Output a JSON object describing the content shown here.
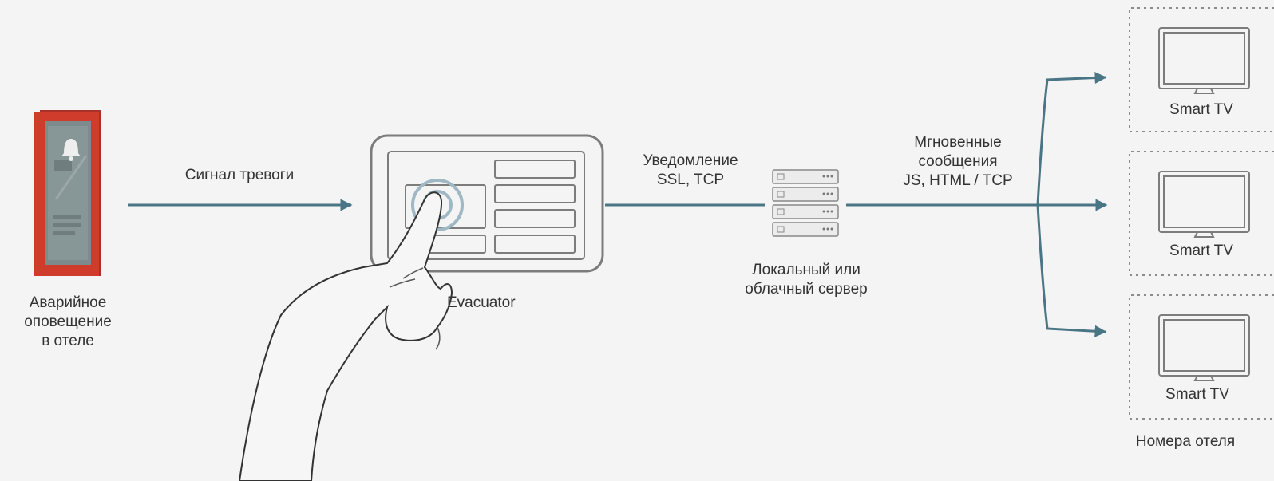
{
  "colors": {
    "arrow": "#4a7585",
    "background": "#f4f4f4",
    "device_outline": "#7c7c7c",
    "panel_frame": "#cf3c2c",
    "panel_body": "#7d8b8c",
    "box_dotted": "#8c8c8c",
    "touch_ring": "#9fb8c4"
  },
  "icons": {
    "panel": "alarm-panel-icon",
    "bell": "bell-icon",
    "tablet": "tablet-icon",
    "hand": "pointing-hand-icon",
    "server": "server-rack-icon",
    "tv": "tv-icon"
  },
  "alarm": {
    "label": [
      "Аварийное",
      "оповещение",
      "в отеле"
    ]
  },
  "signal": {
    "label": "Сигнал тревоги"
  },
  "evacuator": {
    "label": "Evacuator"
  },
  "notification": {
    "label": [
      "Уведомление",
      "SSL, TCP"
    ]
  },
  "server": {
    "label": [
      "Локальный или",
      "облачный сервер"
    ]
  },
  "messages": {
    "label": [
      "Мгновенные",
      "сообщения",
      "JS, HTML / TCP"
    ]
  },
  "tvs": [
    {
      "label": "Smart TV"
    },
    {
      "label": "Smart TV"
    },
    {
      "label": "Smart TV"
    }
  ],
  "rooms": {
    "label": "Номера отеля"
  }
}
